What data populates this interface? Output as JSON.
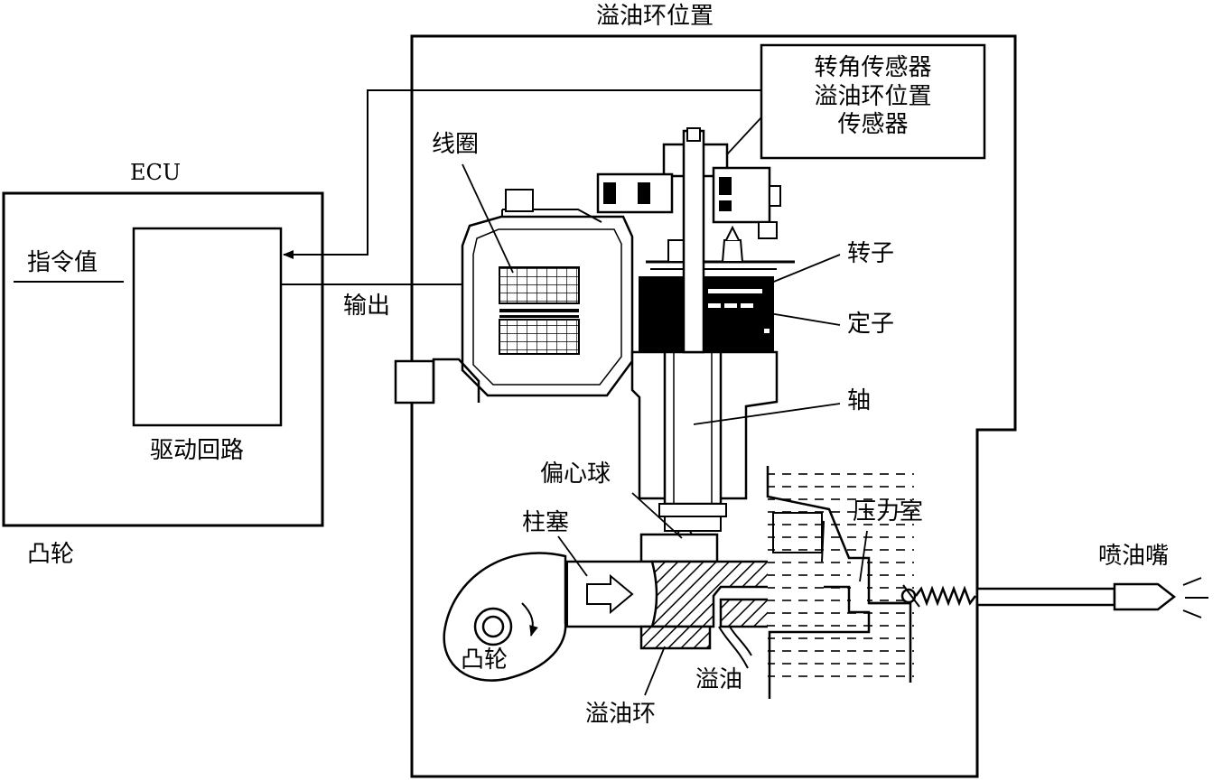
{
  "ecu": {
    "title": "ECU",
    "command_value": "指令值",
    "drive_circuit": "驱动回路",
    "cam_label": "凸轮"
  },
  "pump": {
    "spill_ring_position": "溢油环位置",
    "sensor_box": [
      "转角传感器",
      "溢油环位置",
      "传感器"
    ],
    "coil": "线圈",
    "output": "输出",
    "rotor": "转子",
    "stator": "定子",
    "shaft": "轴",
    "eccentric_ball": "偏心球",
    "plunger": "柱塞",
    "pressure_chamber": "压力室",
    "cam": "凸轮",
    "spill_oil": "溢油",
    "spill_ring": "溢油环",
    "injector": "喷油嘴"
  }
}
